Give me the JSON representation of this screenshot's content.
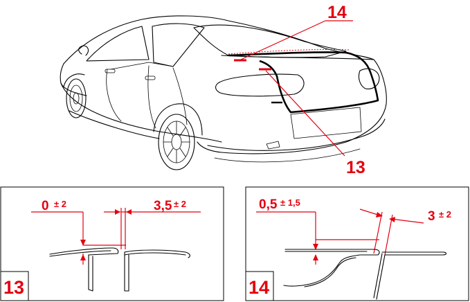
{
  "callouts": {
    "top": "14",
    "bottom": "13"
  },
  "panel13": {
    "number": "13",
    "dim_left_value": "0",
    "dim_left_tol": "± 2",
    "dim_right_value": "3,5",
    "dim_right_tol": "± 2"
  },
  "panel14": {
    "number": "14",
    "dim_left_value": "0,5",
    "dim_left_tol": "± 1,5",
    "dim_right_value": "3",
    "dim_right_tol": "± 2"
  },
  "colors": {
    "accent": "#e3000f",
    "line": "#000000"
  }
}
